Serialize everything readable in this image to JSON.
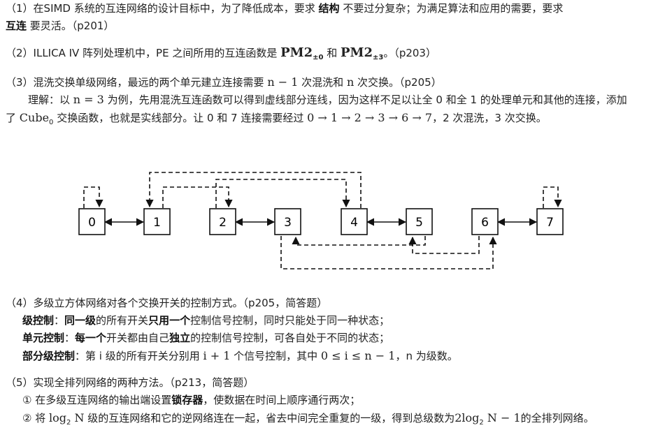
{
  "item1": {
    "prefix": "（1）在SIMD 系统的互连网络的设计目标中，为了降低成本，要求 ",
    "b1": "结构",
    "mid": " 不要过分复杂；为满足算法和应用的需要，要求",
    "b2": "互连",
    "suffix": " 要灵活。（p201）"
  },
  "item2": {
    "prefix": "（2）ILLICA IV 阵列处理机中，PE 之间所用的互连函数是 ",
    "f1_base": "PM2",
    "f1_sub": "±0",
    "and": " 和 ",
    "f2_base": "PM2",
    "f2_sub": "±3",
    "suffix": "。（p203）"
  },
  "item3": {
    "prefix": "（3）混洗交换单级网络，最远的两个单元建立连接需要 ",
    "n_minus_1": "n − 1",
    "mid": " 次混洗和 ",
    "n": "n",
    "suffix": " 次交换。（p205）",
    "expl_1": "理解：以 ",
    "expl_math": "n = 3",
    "expl_2": " 为例，先用混洗互连函数可以得到虚线部分连线，因为这样不足以让全 0 和全 1 的处理单元和其他的连接，添加了 ",
    "cube_base": "Cube",
    "cube_sub": "0",
    "expl_3": " 交换函数，也就是实线部分。让 0 和 7 连接需要经过 ",
    "path": "0 → 1 → 2 → 3 → 6 → 7",
    "expl_4": "，2 次混洗，3 次交换。"
  },
  "diagram": {
    "nodes": [
      "0",
      "1",
      "2",
      "3",
      "4",
      "5",
      "6",
      "7"
    ]
  },
  "item4": {
    "title": "（4）多级立方体网络对各个交换开关的控制方式。（p205，简答题）",
    "l1_head": "级控制",
    "l1_a": "：",
    "l1_b1": "同一级",
    "l1_b": "的所有开关",
    "l1_b2": "只用一个",
    "l1_c": "控制信号控制，同时只能处于同一种状态；",
    "l2_head": "单元控制",
    "l2_a": "：",
    "l2_b1": "每一个",
    "l2_b": "开关都由自己",
    "l2_b2": "独立",
    "l2_c": "的控制信号控制，可各自处于不同的状态；",
    "l3_head": "部分级控制",
    "l3_a": "：第 i 级的所有开关分别用 ",
    "l3_m1": "i + 1",
    "l3_b": " 个信号控制，其中 ",
    "l3_m2": "0 ≤ i ≤ n − 1",
    "l3_c": "，n 为级数。"
  },
  "item5": {
    "title": "（5）实现全排列网络的两种方法。（p213，简答题）",
    "m1_a": "① 在多级互连网络的输出端设置",
    "m1_b": "锁存器",
    "m1_c": "，使数据在时间上顺序通行两次；",
    "m2_a": "② 将 ",
    "m2_log": "log",
    "m2_sub": "2",
    "m2_N": " N",
    "m2_b": " 级的互连网络和它的逆网络连在一起，省去中间完全重复的一级，得到总级数为",
    "m2_c1": "2log",
    "m2_c2": " N − 1",
    "m2_d": "的全排列网络。"
  }
}
